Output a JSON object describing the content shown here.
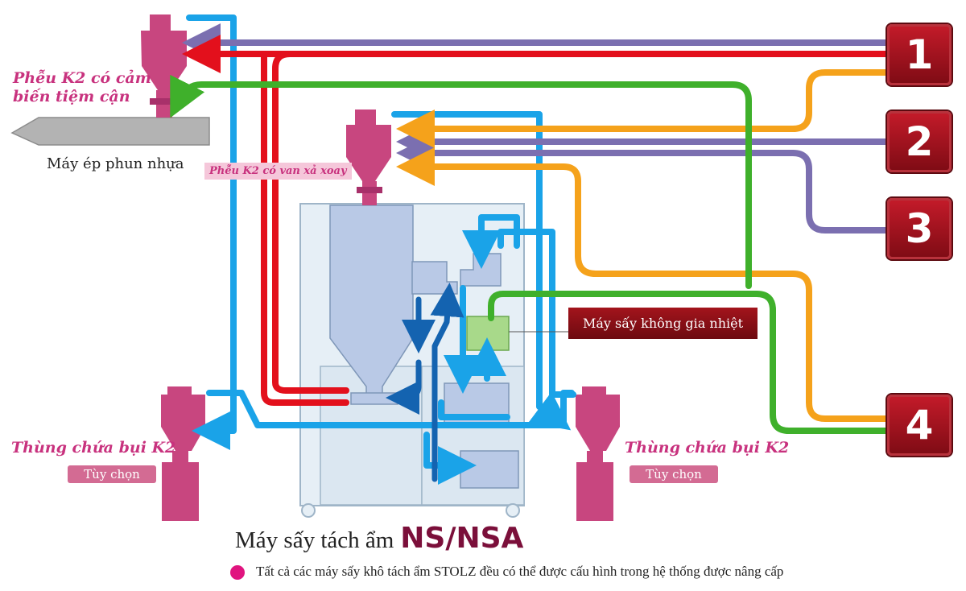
{
  "labels": {
    "hopper_sensor_line1": "Phễu K2 có cảm",
    "hopper_sensor_line2": "biến tiệm cận",
    "injection_machine": "Máy ép phun nhựa",
    "hopper_valve": "Phễu K2 có van xả xoay",
    "dust_bin_left": "Thùng chứa bụi K2",
    "dust_bin_right": "Thùng chứa bụi K2",
    "option_left": "Tùy chọn",
    "option_right": "Tùy chọn",
    "dryer_no_heat": "Máy sấy không gia nhiệt"
  },
  "badges": [
    "1",
    "2",
    "3",
    "4"
  ],
  "title": {
    "main": "Máy sấy tách ẩm",
    "brand": "NS/NSA"
  },
  "note": "Tất cả các máy sấy khô tách ẩm STOLZ đều có thể được cấu hình trong hệ thống được nâng cấp",
  "colors": {
    "purple": "#7b6fb0",
    "red": "#e3101c",
    "green": "#3fb02b",
    "orange": "#f5a21b",
    "blue": "#1aa3e8",
    "dark_blue": "#1463b0",
    "hopper": "#c8467f",
    "machine": "#b3b3b3",
    "dryer_frame": "#dde9f2",
    "dryer_part": "#b9c9e6",
    "badge": "#a3141c"
  }
}
